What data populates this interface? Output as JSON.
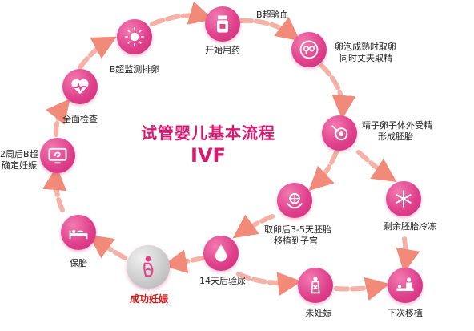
{
  "title": "试管婴儿基本流程",
  "subtitle": "IVF",
  "colors": {
    "node": "#e0418d",
    "accent": "#d81b72",
    "arrow": "#f29a8a",
    "success": "#d81b1b"
  },
  "steps": {
    "start_meds": {
      "label": "开始用药",
      "icon": "medicine-bottle-icon"
    },
    "b_blood": {
      "label": "B超验血",
      "icon": ""
    },
    "egg_retrieval": {
      "label_line1": "卵泡成熟时取卵",
      "label_line2": "同时丈夫取精",
      "icon": "gender-symbols-icon"
    },
    "fertilization": {
      "label_line1": "精子卵子体外受精",
      "label_line2": "形成胚胎",
      "icon": "sperm-egg-icon"
    },
    "transfer": {
      "label_line1": "取卵后3-5天胚胎",
      "label_line2": "移植到子宫",
      "icon": "embryo-hands-icon"
    },
    "freeze": {
      "label": "剩余胚胎冷冻",
      "icon": "snowflake-icon"
    },
    "urine_test": {
      "label": "14天后验尿",
      "icon": "water-drop-icon"
    },
    "not_pregnant": {
      "label": "未妊娠",
      "icon": "pregnant-cross-icon"
    },
    "next_transfer": {
      "label": "下次移植",
      "icon": "doctor-patient-icon"
    },
    "success": {
      "label": "成功妊娠",
      "icon": "pregnant-woman-icon"
    },
    "keep_pregnancy": {
      "label": "保胎",
      "icon": "bed-rest-icon"
    },
    "confirm": {
      "label_line1": "2周后B超",
      "label_line2": "确定妊娠",
      "icon": "ultrasound-screen-icon"
    },
    "full_exam": {
      "label": "全面检查",
      "icon": "heart-pulse-icon"
    },
    "b_monitor": {
      "label": "B超监测排卵",
      "icon": "sun-ovary-icon"
    }
  }
}
